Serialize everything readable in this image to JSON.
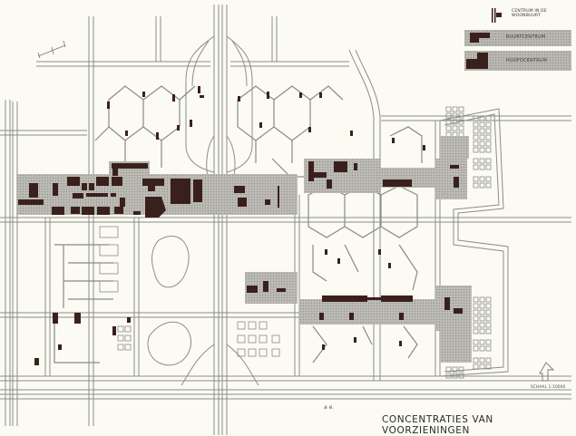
{
  "map": {
    "title": "CONCENTRATIES VAN VOORZIENINGEN",
    "scale_label": "SCHAAL 1:10000",
    "north_arrow": "north-arrow-icon",
    "small_marks": "a   e.",
    "legend": [
      {
        "symbol": "small-dark-block",
        "label": "Centrum in de woonbuurt"
      },
      {
        "symbol": "hatched-bar-small-block",
        "label": "Buurtcentrum"
      },
      {
        "symbol": "hatched-bar-large-block",
        "label": "Hoofdcentrum"
      }
    ],
    "colors": {
      "paper": "#fbfaf3",
      "road_lines": "#8a8a86",
      "hatched_zone": "#b5b3ad",
      "dark_blocks": "#3a201c"
    }
  }
}
